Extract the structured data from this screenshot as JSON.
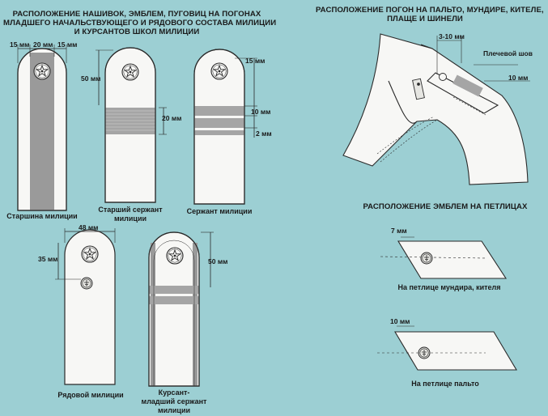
{
  "titles": {
    "left": [
      "РАСПОЛОЖЕНИЕ НАШИВОК, ЭМБЛЕМ, ПУГОВИЦ НА ПОГОНАХ",
      "МЛАДШЕГО НАЧАЛЬСТВУЮЩЕГО И РЯДОВОГО СОСТАВА МИЛИЦИИ",
      "И КУРСАНТОВ ШКОЛ МИЛИЦИИ"
    ],
    "right": [
      "РАСПОЛОЖЕНИЕ ПОГОН НА ПАЛЬТО, МУНДИРЕ, КИТЕЛЕ,",
      "ПЛАЩЕ И  ШИНЕЛИ"
    ],
    "tabs": "РАСПОЛОЖЕНИЕ ЭМБЛЕМ НА ПЕТЛИЦАХ"
  },
  "captions": {
    "starshina": "Старшина милиции",
    "st_serzhant": [
      "Старший сержант",
      "милиции"
    ],
    "serzhant": "Сержант милиции",
    "ryadovoy": "Рядовой милиции",
    "kursant": [
      "Курсант-",
      "младший сержант",
      "милиции"
    ],
    "tab_mundir": "На петлице мундира, кителя",
    "tab_palto": "На петлице пальто"
  },
  "dimensions": {
    "d15a": "15 мм",
    "d20": "20 мм",
    "d15b": "15 мм",
    "d50a": "50 мм",
    "d20b": "20 мм",
    "d15c": "15 мм",
    "d10a": "10 мм",
    "d2": "2 мм",
    "d48": "48 мм",
    "d35": "35 мм",
    "d50b": "50 мм",
    "d3_10": "3-10 мм",
    "shov": "Плечевой шов",
    "d10b": "10 мм",
    "d7": "7 мм",
    "d10c": "10 мм"
  },
  "colors": {
    "background": "#9ccfd3",
    "board": "#f7f7f5",
    "stripe": "#9a9a9a",
    "outline": "#2a2a2a"
  }
}
